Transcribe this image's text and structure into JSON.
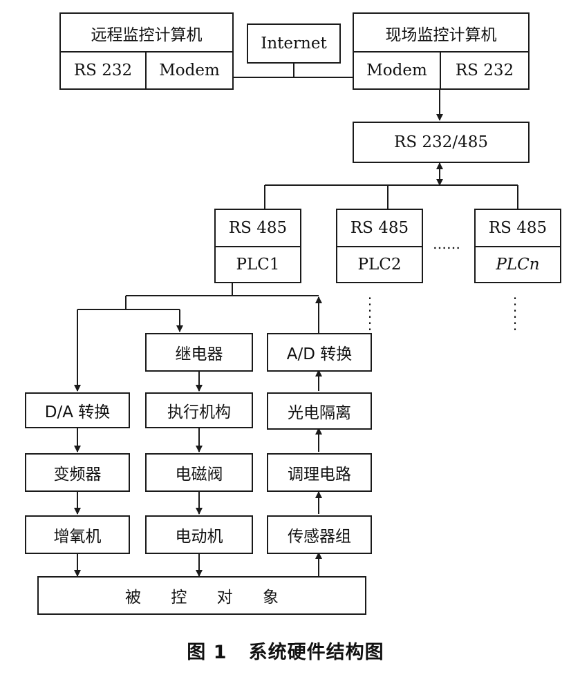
{
  "remote": {
    "title": "远程监控计算机",
    "left": "RS 232",
    "right": "Modem"
  },
  "internet": "Internet",
  "site": {
    "title": "现场监控计算机",
    "left": "Modem",
    "right": "RS 232"
  },
  "converter": "RS 232/485",
  "nodes": [
    {
      "top": "RS 485",
      "bottom": "PLC1"
    },
    {
      "top": "RS 485",
      "bottom": "PLC2"
    },
    {
      "top": "RS 485",
      "bottom": "PLCn"
    }
  ],
  "ellipsis_h": "……",
  "col1": [
    "D/A 转换",
    "变频器",
    "增氧机"
  ],
  "col2": [
    "继电器",
    "执行机构",
    "电磁阀",
    "电动机"
  ],
  "col3": [
    "A/D 转换",
    "光电隔离",
    "调理电路",
    "传感器组"
  ],
  "target": "被 控 对 象",
  "caption": "图 1   系统硬件结构图"
}
